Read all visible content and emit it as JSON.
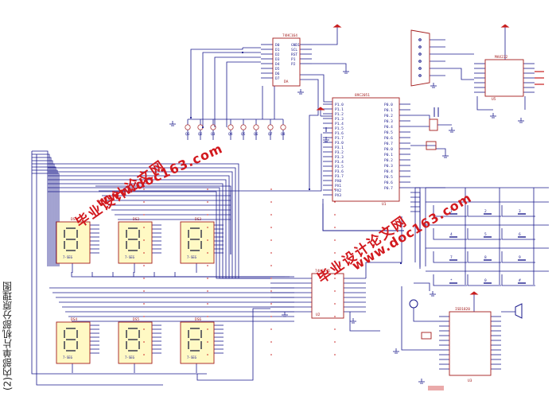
{
  "caption": "(2)内部单片机部分原理图",
  "watermarks": [
    {
      "cn": "毕业设计论文网",
      "url": "www.doc163.com"
    },
    {
      "cn": "毕业设计论文网",
      "url": "www.doc163.com"
    }
  ],
  "components": {
    "decoder_top": {
      "name": "74HC164",
      "pins": [
        "GND1",
        "SCL",
        "RST",
        "P1",
        "P2"
      ],
      "ref": "DA"
    },
    "mcu": {
      "name": "89C2051",
      "ref": "U1"
    },
    "rs232_chip": {
      "name": "MAX232",
      "ref": "U5"
    },
    "audio_chip": {
      "name": "ISD1820",
      "ref": "U3"
    },
    "driver_mid": {
      "name": "74HC245",
      "ref": "U2"
    },
    "digit_label": "7-SEG",
    "digit_refs": [
      "DS1",
      "DS2",
      "DS3",
      "DS4",
      "DS5",
      "DS6"
    ],
    "keypad_keys": [
      "1",
      "2",
      "3",
      "4",
      "5",
      "6",
      "7",
      "8",
      "9",
      "*",
      "0",
      "#"
    ]
  },
  "colors": {
    "wire": "#1a1a8c",
    "part": "#a31c1c",
    "net": "#c81e1e",
    "body": "#fff9c4",
    "watermark": "#d2191e"
  }
}
